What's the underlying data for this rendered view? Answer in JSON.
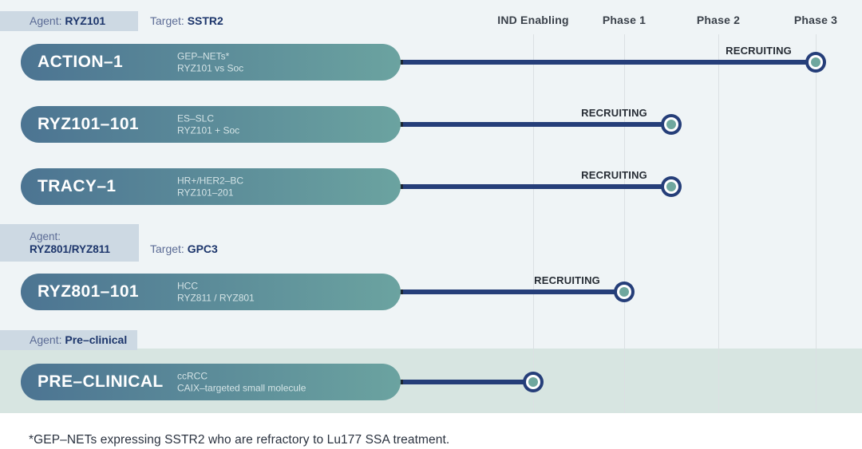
{
  "chart_data": {
    "type": "bar",
    "columns": [
      "IND Enabling",
      "Phase 1",
      "Phase 2",
      "Phase 3"
    ],
    "column_scale_note": "progress measured in column units: 1=IND Enabling, 2=Phase 1, 3=Phase 2, 4=Phase 3",
    "sections": [
      {
        "agent_label": "Agent:",
        "agent_value": "RYZ101",
        "target_label": "Target:",
        "target_value": "SSTR2"
      },
      {
        "agent_label": "Agent:",
        "agent_value": "RYZ801/RYZ811",
        "target_label": "Target:",
        "target_value": "GPC3"
      },
      {
        "agent_label": "Agent:",
        "agent_value": "Pre–clinical"
      }
    ],
    "rows": [
      {
        "section": 0,
        "name": "ACTION–1",
        "line1": "GEP–NETs*",
        "line2": "RYZ101 vs Soc",
        "status": "RECRUITING",
        "stage": "Phase 3",
        "progress": 4
      },
      {
        "section": 0,
        "name": "RYZ101–101",
        "line1": "ES–SLC",
        "line2": "RYZ101 + Soc",
        "status": "RECRUITING",
        "stage": "Phase 1",
        "progress": 2.5
      },
      {
        "section": 0,
        "name": "TRACY–1",
        "line1": "HR+/HER2–BC",
        "line2": "RYZ101–201",
        "status": "RECRUITING",
        "stage": "Phase 1",
        "progress": 2.5
      },
      {
        "section": 1,
        "name": "RYZ801–101",
        "line1": "HCC",
        "line2": "RYZ811 / RYZ801",
        "status": "RECRUITING",
        "stage": "Phase 1",
        "progress": 2
      },
      {
        "section": 2,
        "name": "PRE–CLINICAL",
        "line1": "ccRCC",
        "line2": "CAIX–targeted small molecule",
        "status": "",
        "stage": "IND Enabling",
        "progress": 1
      }
    ],
    "footnote": "*GEP–NETs expressing SSTR2 who are refractory to Lu177 SSA treatment.",
    "colors": {
      "chart_background": "#eff4f6",
      "preclinical_band": "#d7e5e1",
      "agent_box": "#cdd9e3",
      "navy_line": "#253e79",
      "marker_fill": "#6fa79e",
      "pill_gradient_left": "#4c7492",
      "pill_gradient_right": "#6ba3a0",
      "agent_value_text": "#1c356b"
    }
  }
}
